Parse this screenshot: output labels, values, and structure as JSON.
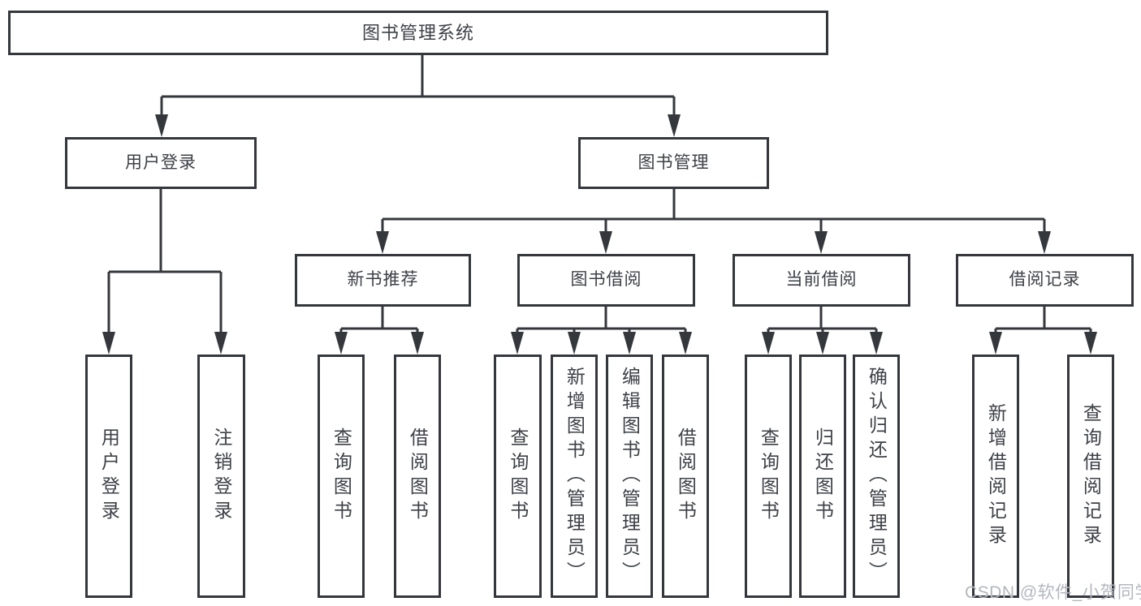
{
  "title": "图书管理系统",
  "watermark": "CSDN @软件_小贺同学",
  "colors": {
    "line": "#34373c",
    "box_border": "#34373c",
    "box_background": "#ffffff",
    "text": "#3d4046",
    "page_background": "#ffffff",
    "watermark_text": "#b3b7be"
  },
  "nodes": {
    "root": "图书管理系统",
    "user_login": "用户登录",
    "book_mgmt": "图书管理",
    "new_book_rec": "新书推荐",
    "book_borrow": "图书借阅",
    "current_borrow": "当前借阅",
    "borrow_record": "借阅记录",
    "ul_user_login": "用户登录",
    "ul_logout": "注销登录",
    "nbr_query_book": "查询图书",
    "nbr_borrow_book": "借阅图书",
    "bb_query_book": "查询图书",
    "bb_add_book": "新增图书（管理员）",
    "bb_edit_book": "编辑图书（管理员）",
    "bb_borrow_book": "借阅图书",
    "cb_query_book": "查询图书",
    "cb_return_book": "归还图书",
    "cb_confirm_return": "确认归还（管理员）",
    "br_add_record": "新增借阅记录",
    "br_query_record": "查询借阅记录"
  },
  "structure": {
    "图书管理系统": {
      "用户登录": [
        "用户登录",
        "注销登录"
      ],
      "图书管理": {
        "新书推荐": [
          "查询图书",
          "借阅图书"
        ],
        "图书借阅": [
          "查询图书",
          "新增图书（管理员）",
          "编辑图书（管理员）",
          "借阅图书"
        ],
        "当前借阅": [
          "查询图书",
          "归还图书",
          "确认归还（管理员）"
        ],
        "借阅记录": [
          "新增借阅记录",
          "查询借阅记录"
        ]
      }
    }
  }
}
